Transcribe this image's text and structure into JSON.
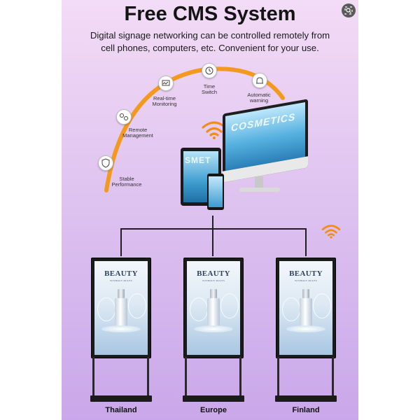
{
  "header": {
    "title": "Free CMS System",
    "subtitle_line1": "Digital signage networking can be controlled remotely from",
    "subtitle_line2": "cell phones, computers, etc. Convenient for your use."
  },
  "features": [
    {
      "label_line1": "Stable",
      "label_line2": "Performance",
      "icon": "shield-icon"
    },
    {
      "label_line1": "Remote",
      "label_line2": "Management",
      "icon": "remote-icon"
    },
    {
      "label_line1": "Real-time",
      "label_line2": "Monitoring",
      "icon": "monitor-chart-icon"
    },
    {
      "label_line1": "Time",
      "label_line2": "Switch",
      "icon": "clock-icon"
    },
    {
      "label_line1": "Automatic",
      "label_line2": "warning",
      "icon": "alarm-icon"
    }
  ],
  "devices": {
    "monitor_text": "COSMETICS",
    "tablet_text": "SMET"
  },
  "kiosks": [
    {
      "location": "Thailand",
      "brand": "BEAUTY",
      "tagline": "WITHOUT RULES"
    },
    {
      "location": "Europe",
      "brand": "BEAUTY",
      "tagline": "WITHOUT RULES"
    },
    {
      "location": "Finland",
      "brand": "BEAUTY",
      "tagline": "WITHOUT RULES"
    }
  ],
  "colors": {
    "arc": "#f39a1e",
    "wifi": "#f28c14",
    "background_top": "#f3dcf6",
    "background_bottom": "#caa7ea"
  },
  "icons": [
    "search-lens-icon",
    "wifi-icon"
  ]
}
